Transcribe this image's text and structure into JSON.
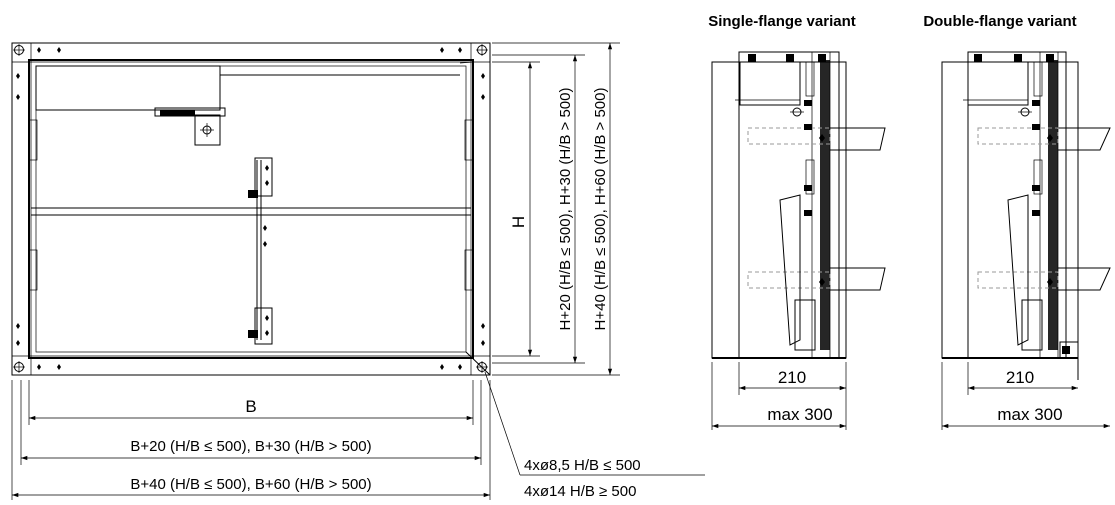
{
  "front_view": {
    "width_label": "B",
    "height_label": "H",
    "width_dim_1": "B+20 (H/B ≤ 500), B+30 (H/B > 500)",
    "width_dim_2": "B+40 (H/B ≤ 500), B+60 (H/B > 500)",
    "height_dim_1": "H+20 (H/B ≤ 500), H+30 (H/B > 500)",
    "height_dim_2": "H+40 (H/B ≤ 500), H+60 (H/B > 500)",
    "hole_note_1": "4xø8,5 H/B ≤ 500",
    "hole_note_2": "4xø14 H/B ≥ 500"
  },
  "single_flange": {
    "title": "Single-flange variant",
    "depth_label": "210",
    "max_label": "max 300"
  },
  "double_flange": {
    "title": "Double-flange variant",
    "depth_label": "210",
    "max_label": "max 300"
  }
}
